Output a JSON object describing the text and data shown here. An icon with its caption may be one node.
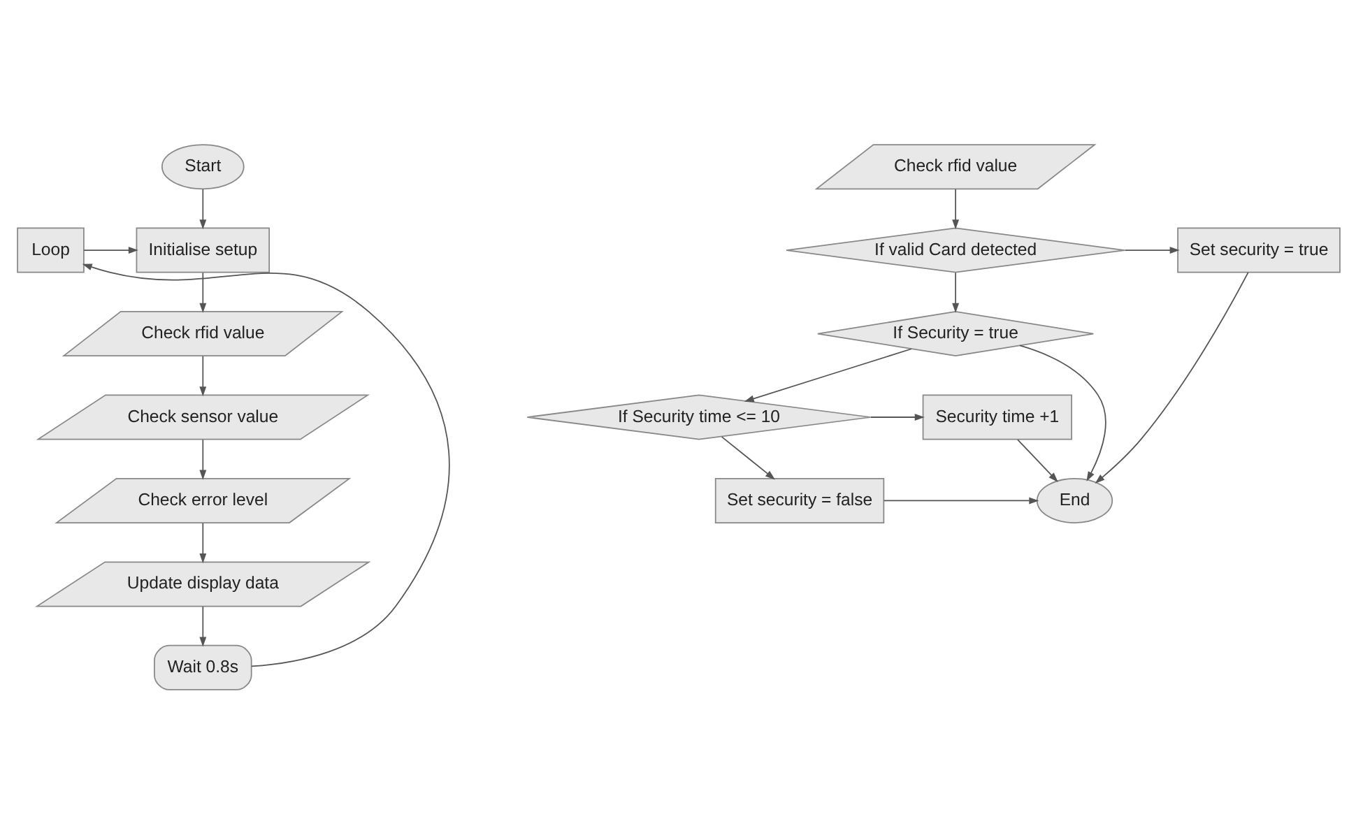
{
  "diagram": {
    "nodes": [
      {
        "text": [
          "Start"
        ]
      },
      {
        "text": [
          "Initialise setup"
        ]
      },
      {
        "text": [
          "Loop"
        ]
      },
      {
        "text": [
          "Check rfid value"
        ]
      },
      {
        "text": [
          "Check sensor value"
        ]
      },
      {
        "text": [
          "Check error level"
        ]
      },
      {
        "text": [
          "Update display data"
        ]
      },
      {
        "text": [
          "Wait 0.8s"
        ]
      },
      {
        "text": [
          "Check rfid value"
        ]
      },
      {
        "text": [
          "If valid Card detected"
        ]
      },
      {
        "text": [
          "Set security = true"
        ]
      },
      {
        "text": [
          "If Security = true"
        ]
      },
      {
        "text": [
          "If Security time <= 10"
        ]
      },
      {
        "text": [
          "Security time +1"
        ]
      },
      {
        "text": [
          "Set security = false"
        ]
      },
      {
        "text": [
          "End"
        ]
      }
    ],
    "edges": [
      {
        "from": 0,
        "to": 1,
        "arrow": "to"
      },
      {
        "from": 2,
        "to": 1,
        "arrow": "to"
      },
      {
        "from": 1,
        "to": 3,
        "arrow": "to"
      },
      {
        "from": 3,
        "to": 4,
        "arrow": "to"
      },
      {
        "from": 4,
        "to": 5,
        "arrow": "to"
      },
      {
        "from": 5,
        "to": 6,
        "arrow": "to"
      },
      {
        "from": 6,
        "to": 7,
        "arrow": "to"
      },
      {
        "from": 7,
        "to": 2,
        "arrow": "to"
      },
      {
        "from": 8,
        "to": 9,
        "arrow": "to"
      },
      {
        "from": 9,
        "to": 10,
        "arrow": "to"
      },
      {
        "from": 9,
        "to": 11,
        "arrow": "to"
      },
      {
        "from": 10,
        "to": 15,
        "arrow": "to"
      },
      {
        "from": 11,
        "to": 15,
        "arrow": "to"
      },
      {
        "from": 11,
        "to": 12,
        "arrow": "to"
      },
      {
        "from": 12,
        "to": 13,
        "arrow": "to"
      },
      {
        "from": 12,
        "to": 14,
        "arrow": "to"
      },
      {
        "from": 13,
        "to": 15,
        "arrow": "to"
      },
      {
        "from": 14,
        "to": 15,
        "arrow": "to"
      }
    ]
  }
}
